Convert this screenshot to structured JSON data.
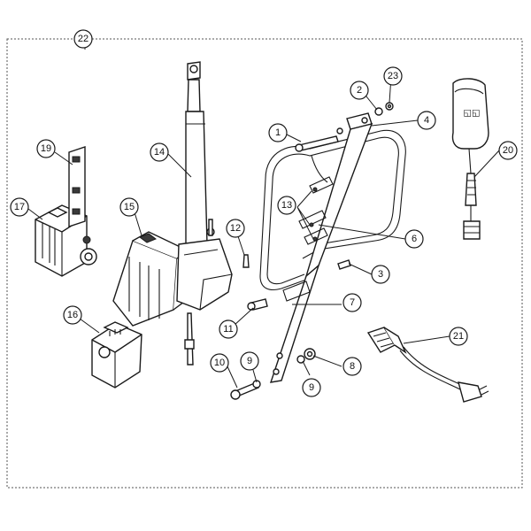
{
  "callouts": [
    {
      "id": "c1",
      "label": "1"
    },
    {
      "id": "c2",
      "label": "2"
    },
    {
      "id": "c3",
      "label": "3"
    },
    {
      "id": "c4",
      "label": "4"
    },
    {
      "id": "c6",
      "label": "6"
    },
    {
      "id": "c7",
      "label": "7"
    },
    {
      "id": "c8",
      "label": "8"
    },
    {
      "id": "c9a",
      "label": "9"
    },
    {
      "id": "c9b",
      "label": "9"
    },
    {
      "id": "c10",
      "label": "10"
    },
    {
      "id": "c11",
      "label": "11"
    },
    {
      "id": "c12",
      "label": "12"
    },
    {
      "id": "c13",
      "label": "13"
    },
    {
      "id": "c14",
      "label": "14"
    },
    {
      "id": "c15",
      "label": "15"
    },
    {
      "id": "c16",
      "label": "16"
    },
    {
      "id": "c17",
      "label": "17"
    },
    {
      "id": "c19",
      "label": "19"
    },
    {
      "id": "c20",
      "label": "20"
    },
    {
      "id": "c21",
      "label": "21"
    },
    {
      "id": "c22",
      "label": "22"
    },
    {
      "id": "c23",
      "label": "23"
    }
  ]
}
